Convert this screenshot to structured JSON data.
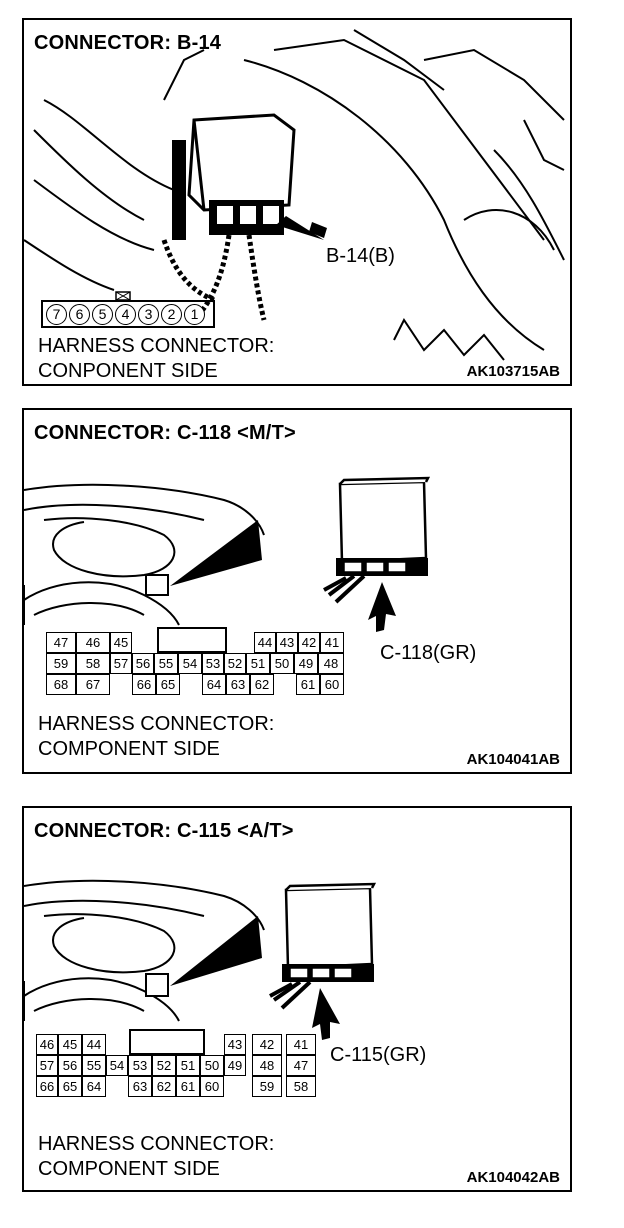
{
  "panels": [
    {
      "title": "CONNECTOR: B-14",
      "callout": "B-14(B)",
      "caption_line1": "HARNESS CONNECTOR:",
      "caption_line2": "CONPONENT SIDE",
      "code": "AK103715AB",
      "pins": [
        "7",
        "6",
        "5",
        "4",
        "3",
        "2",
        "1"
      ]
    },
    {
      "title": "CONNECTOR: C-118 <M/T>",
      "callout": "C-118(GR)",
      "caption_line1": "HARNESS CONNECTOR:",
      "caption_line2": "COMPONENT SIDE",
      "code": "AK104041AB",
      "pins_row1": [
        "47",
        "46",
        "45",
        "44",
        "43",
        "42",
        "41"
      ],
      "pins_row2": [
        "59",
        "58",
        "57",
        "56",
        "55",
        "54",
        "53",
        "52",
        "51",
        "50",
        "49",
        "48"
      ],
      "pins_row3": [
        "68",
        "67",
        "66",
        "65",
        "64",
        "63",
        "62",
        "61",
        "60"
      ]
    },
    {
      "title": "CONNECTOR: C-115 <A/T>",
      "callout": "C-115(GR)",
      "caption_line1": "HARNESS CONNECTOR:",
      "caption_line2": "COMPONENT SIDE",
      "code": "AK104042AB",
      "pins_row1": [
        "46",
        "45",
        "44",
        "43",
        "42",
        "41"
      ],
      "pins_row2": [
        "57",
        "56",
        "55",
        "54",
        "53",
        "52",
        "51",
        "50",
        "49",
        "48",
        "47"
      ],
      "pins_row3": [
        "66",
        "65",
        "64",
        "63",
        "62",
        "61",
        "60",
        "59",
        "58"
      ]
    }
  ]
}
